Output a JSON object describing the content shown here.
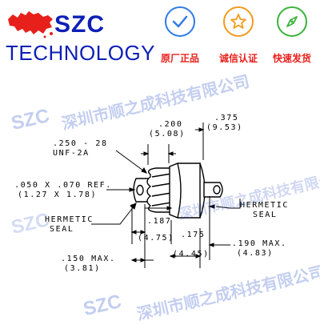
{
  "brand": {
    "name": "SZC",
    "subtitle": "TECHNOLOGY",
    "logo_color": "#e8201c",
    "text_color": "#0d1fb5"
  },
  "badges": [
    {
      "label": "原厂正品",
      "icon": "check-icon",
      "color": "#2e7be6",
      "label_color": "#e8201c"
    },
    {
      "label": "诚信认证",
      "icon": "star-icon",
      "color": "#f39a1c",
      "label_color": "#e8201c"
    },
    {
      "label": "快速发货",
      "icon": "compass-icon",
      "color": "#3cb33c",
      "label_color": "#e8201c"
    }
  ],
  "drawing": {
    "thread_spec_1": ".250 - 28",
    "thread_spec_2": "UNF-2A",
    "dim_200_in": ".200",
    "dim_200_mm": "(5.08)",
    "dim_375_in": ".375",
    "dim_375_mm": "(9.53)",
    "ref_in": ".050 X .070 REF.",
    "ref_mm": "(1.27 X 1.78)",
    "hermetic_left_1": "HERMETIC",
    "hermetic_left_2": "SEAL",
    "hermetic_right_1": "HERMETIC",
    "hermetic_right_2": "SEAL",
    "dim_187_in": ".187",
    "dim_187_mm": "(4.75)",
    "dim_175_in": ".175",
    "dim_175_mm": "(4.45)",
    "dim_190_in": ".190 MAX.",
    "dim_190_mm": "(4.83)",
    "dim_150_in": ".150 MAX.",
    "dim_150_mm": "(3.81)"
  },
  "watermark": {
    "mark_text": "SZC",
    "company_text": "深圳市顺之成科技有限公司"
  }
}
